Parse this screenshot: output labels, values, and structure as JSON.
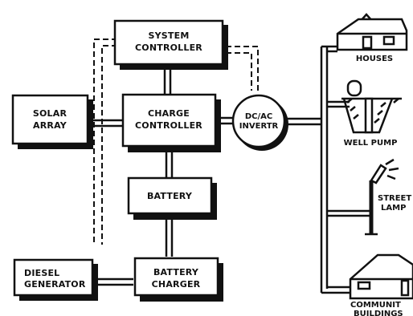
{
  "blocks": {
    "system_controller": [
      "SYSTEM",
      "CONTROLLER"
    ],
    "solar_array": [
      "SOLAR",
      "ARRAY"
    ],
    "charge_controller": [
      "CHARGE",
      "CONTROLLER"
    ],
    "inverter": [
      "DC/AC",
      "INVERTR"
    ],
    "battery": [
      "BATTERY"
    ],
    "diesel_generator": [
      "DIESEL",
      "GENERATOR"
    ],
    "battery_charger": [
      "BATTERY",
      "CHARGER"
    ]
  },
  "loads": {
    "houses": "HOUSES",
    "well_pump": "WELL PUMP",
    "street_lamp": [
      "STREET",
      "LAMP"
    ],
    "community_buildings": [
      "COMMUNIT",
      "BUILDINGS"
    ]
  }
}
